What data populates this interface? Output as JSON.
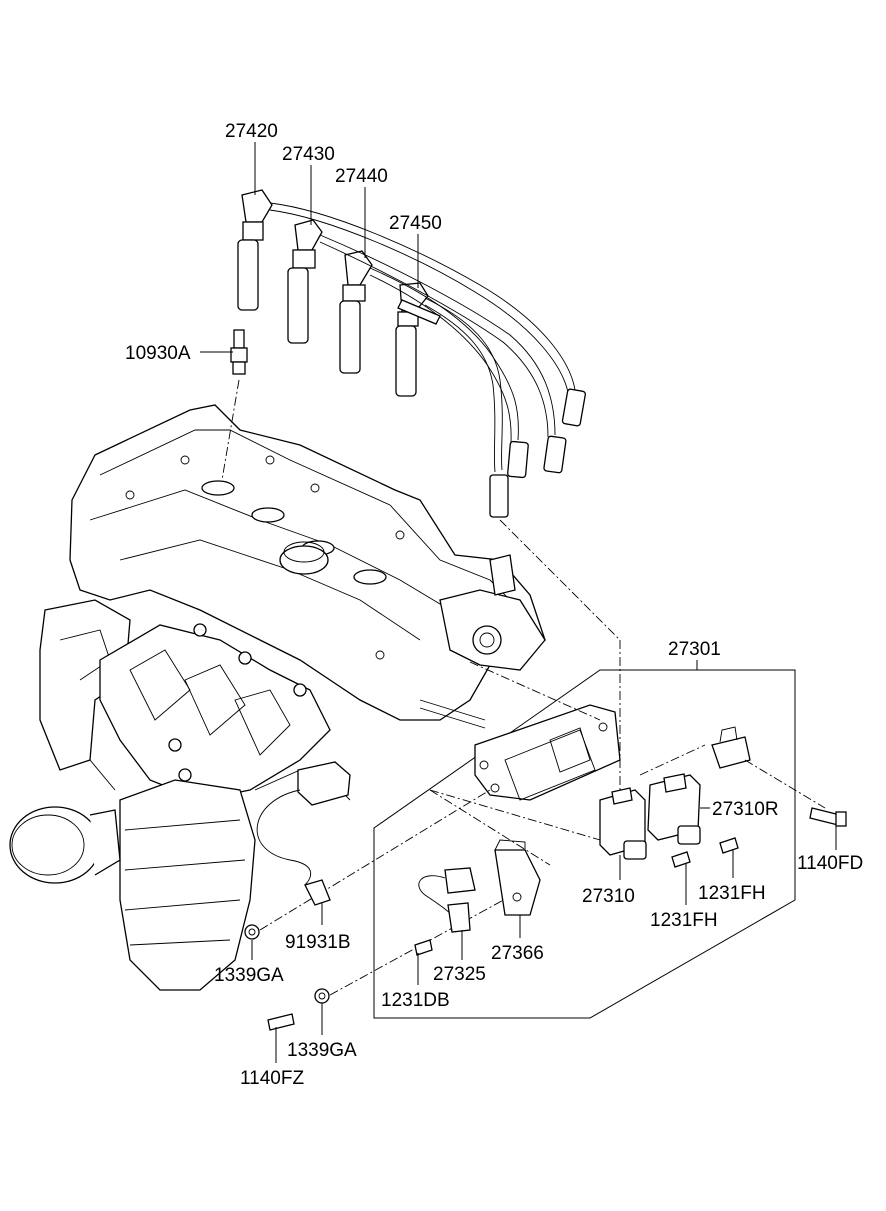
{
  "labels": {
    "p27420": "27420",
    "p27430": "27430",
    "p27440": "27440",
    "p27450": "27450",
    "p10930A": "10930A",
    "p27301": "27301",
    "p27310R": "27310R",
    "p1140FD": "1140FD",
    "p27310": "27310",
    "p1231FH_a": "1231FH",
    "p1231FH_b": "1231FH",
    "p27366": "27366",
    "p91931B": "91931B",
    "p27325": "27325",
    "p1339GA_a": "1339GA",
    "p1231DB": "1231DB",
    "p1339GA_b": "1339GA",
    "p1140FZ": "1140FZ"
  }
}
